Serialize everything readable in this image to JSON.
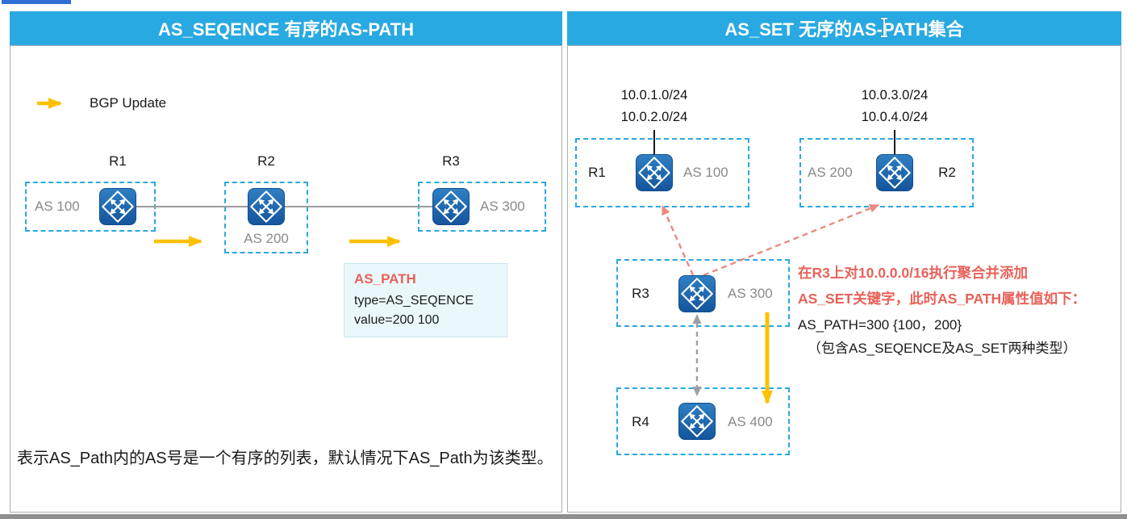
{
  "left_panel": {
    "title": "AS_SEQENCE 有序的AS-PATH",
    "legend_label": "BGP Update",
    "routers": [
      {
        "name": "R1",
        "as_label": "AS 100"
      },
      {
        "name": "R2",
        "as_label": "AS 200"
      },
      {
        "name": "R3",
        "as_label": "AS 300"
      }
    ],
    "info_box": {
      "title": "AS_PATH",
      "type_line": "type=AS_SEQENCE",
      "value_line": "value=200 100"
    },
    "description": "表示AS_Path内的AS号是一个有序的列表，默认情况下AS_Path为该类型。"
  },
  "right_panel": {
    "title": "AS_SET  无序的AS-PATH集合",
    "prefixes_left": [
      "10.0.1.0/24",
      "10.0.2.0/24"
    ],
    "prefixes_right": [
      "10.0.3.0/24",
      "10.0.4.0/24"
    ],
    "routers": [
      {
        "name": "R1",
        "as_label": "AS 100"
      },
      {
        "name": "R2",
        "as_label": "AS 200"
      },
      {
        "name": "R3",
        "as_label": "AS 300"
      },
      {
        "name": "R4",
        "as_label": "AS 400"
      }
    ],
    "annotation": {
      "red_line1": "在R3上对10.0.0.0/16执行聚合并添加",
      "red_line2": "AS_SET关键字，此时AS_PATH属性值如下：",
      "value_line": "AS_PATH=300 {100，200}",
      "note_line": "（包含AS_SEQENCE及AS_SET两种类型）"
    }
  },
  "colors": {
    "header_blue": "#29A9E1",
    "router_blue": "#1B67B2",
    "dashed_border": "#2AA9E1",
    "arrow_yellow": "#FFC000",
    "arrow_red": "#EA8B80",
    "text_red": "#E8625A",
    "as_label_gray": "#8A8A8A"
  }
}
